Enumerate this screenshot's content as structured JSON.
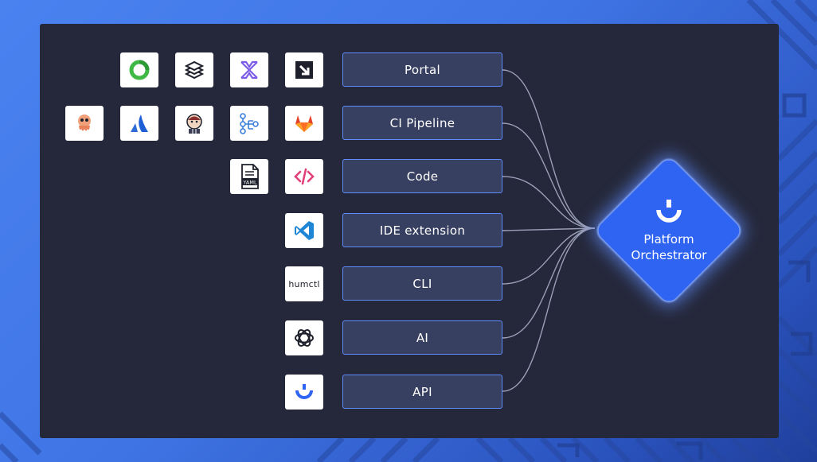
{
  "channels": [
    {
      "label": "Portal"
    },
    {
      "label": "CI Pipeline"
    },
    {
      "label": "Code"
    },
    {
      "label": "IDE extension"
    },
    {
      "label": "CLI"
    },
    {
      "label": "AI"
    },
    {
      "label": "API"
    }
  ],
  "orchestrator": {
    "line1": "Platform",
    "line2": "Orchestrator"
  },
  "tools": {
    "cli_label": "humctl",
    "yaml_label": "YAML",
    "icons": [
      "green-ring-logo-icon",
      "stacked-layers-logo-icon",
      "purple-cross-logo-icon",
      "black-square-arrow-logo-icon",
      "octopus-logo-icon",
      "atlassian-logo-icon",
      "jenkins-logo-icon",
      "workflow-branch-icon",
      "gitlab-logo-icon",
      "yaml-file-icon",
      "code-tags-logo-icon",
      "vscode-logo-icon",
      "humctl-cli-icon",
      "openai-logo-icon",
      "humanitec-logo-icon"
    ]
  },
  "colors": {
    "panel": "#25283a",
    "channel_fill": "#384061",
    "channel_border": "#5f8cff",
    "orchestrator": "#2f63f2",
    "background": "#4a82f0"
  }
}
